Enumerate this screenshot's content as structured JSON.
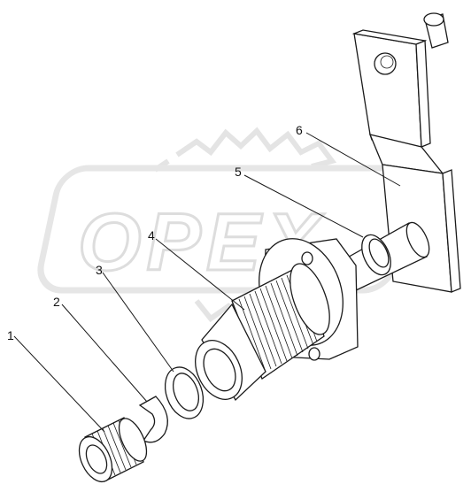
{
  "watermark": {
    "text": "OPEX",
    "color": "#e6e6e6"
  },
  "callouts": [
    {
      "id": "1",
      "label": "1"
    },
    {
      "id": "2",
      "label": "2"
    },
    {
      "id": "3",
      "label": "3"
    },
    {
      "id": "4",
      "label": "4"
    },
    {
      "id": "5",
      "label": "5"
    },
    {
      "id": "6",
      "label": "6"
    }
  ],
  "colors": {
    "line": "#1a1a1a",
    "background": "#ffffff"
  }
}
